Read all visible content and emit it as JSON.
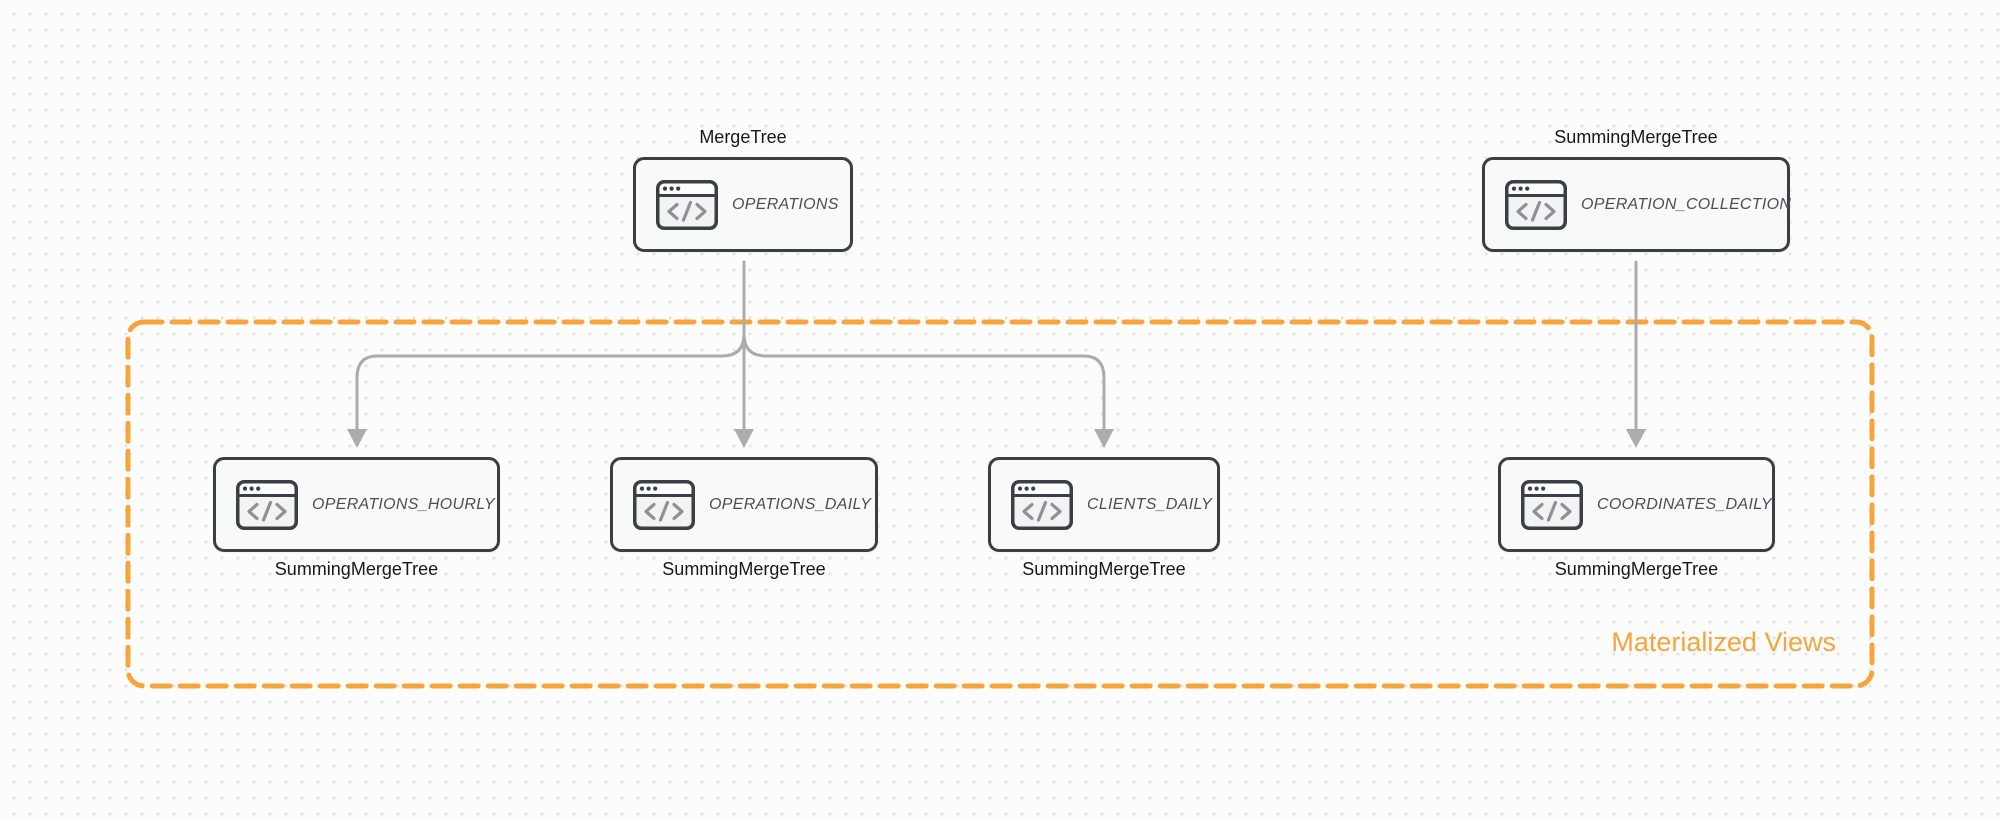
{
  "diagram": {
    "group": {
      "label": "Materialized Views"
    },
    "nodes": [
      {
        "id": "operations",
        "title": "OPERATIONS",
        "engine": "MergeTree",
        "engine_position": "top",
        "icon": "code-window-icon"
      },
      {
        "id": "operation_collection",
        "title": "OPERATION_COLLECTION",
        "engine": "SummingMergeTree",
        "engine_position": "top",
        "icon": "code-window-icon"
      },
      {
        "id": "operations_hourly",
        "title": "OPERATIONS_HOURLY",
        "engine": "SummingMergeTree",
        "engine_position": "bottom",
        "icon": "code-window-icon"
      },
      {
        "id": "operations_daily",
        "title": "OPERATIONS_DAILY",
        "engine": "SummingMergeTree",
        "engine_position": "bottom",
        "icon": "code-window-icon"
      },
      {
        "id": "clients_daily",
        "title": "CLIENTS_DAILY",
        "engine": "SummingMergeTree",
        "engine_position": "bottom",
        "icon": "code-window-icon"
      },
      {
        "id": "coordinates_daily",
        "title": "COORDINATES_DAILY",
        "engine": "SummingMergeTree",
        "engine_position": "bottom",
        "icon": "code-window-icon"
      }
    ],
    "edges": [
      {
        "from": "operations",
        "to": "operations_hourly"
      },
      {
        "from": "operations",
        "to": "operations_daily"
      },
      {
        "from": "operations",
        "to": "clients_daily"
      },
      {
        "from": "operation_collection",
        "to": "coordinates_daily"
      }
    ]
  },
  "colors": {
    "accent": "#F7A43C",
    "arrow": "#ACACAC",
    "nodeBorder": "#3A3F45",
    "nodeBg": "#F8F9F9",
    "nodeText": "#4A4F55",
    "engineText": "#17181A",
    "iconGlyph": "#8D9298",
    "dot": "#E4E5E6",
    "canvasBg": "#FCFCFC"
  }
}
